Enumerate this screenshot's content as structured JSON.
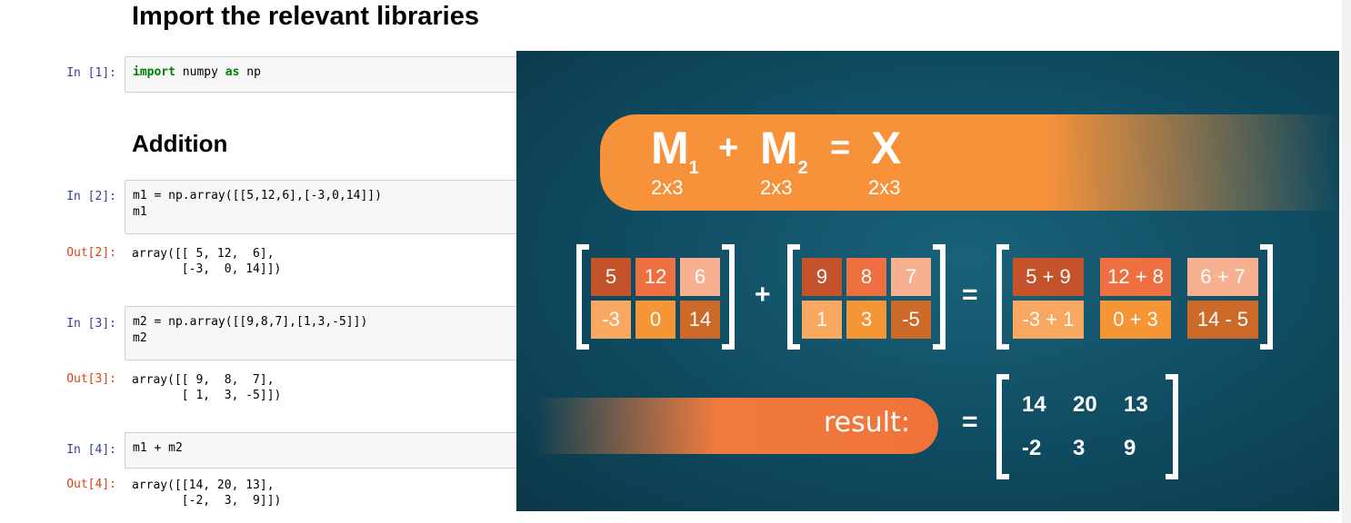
{
  "notebook": {
    "heading1": "Import the relevant libraries",
    "heading2": "Addition",
    "cells": [
      {
        "in": "In [1]:",
        "code": "import numpy as np"
      },
      {
        "in": "In [2]:",
        "code": "m1 = np.array([[5,12,6],[-3,0,14]])\nm1",
        "out_label": "Out[2]:",
        "out": "array([[ 5, 12,  6],\n       [-3,  0, 14]])"
      },
      {
        "in": "In [3]:",
        "code": "m2 = np.array([[9,8,7],[1,3,-5]])\nm2",
        "out_label": "Out[3]:",
        "out": "array([[ 9,  8,  7],\n       [ 1,  3, -5]])"
      },
      {
        "in": "In [4]:",
        "code": "m1 + m2",
        "out_label": "Out[4]:",
        "out": "array([[14, 20, 13],\n       [-2,  3,  9]])"
      }
    ]
  },
  "graphic": {
    "formula": {
      "m1": "M",
      "s1": "1",
      "plus": "+",
      "m2": "M",
      "s2": "2",
      "eq": "=",
      "x": "X",
      "d1": "2x3",
      "d2": "2x3",
      "d3": "2x3"
    },
    "matrix1": [
      "5",
      "12",
      "6",
      "-3",
      "0",
      "14"
    ],
    "matrix2": [
      "9",
      "8",
      "7",
      "1",
      "3",
      "-5"
    ],
    "sum": [
      "5 + 9",
      "12 + 8",
      "6 + 7",
      "-3 + 1",
      "0 + 3",
      "14 - 5"
    ],
    "plus": "+",
    "equals": "=",
    "result_label": "result:",
    "result": [
      "14",
      "20",
      "13",
      "-2",
      "3",
      "9"
    ],
    "colors": [
      "#c4522a",
      "#ee7040",
      "#f7b090",
      "#f8a860",
      "#f59535",
      "#cc6a2a"
    ]
  }
}
